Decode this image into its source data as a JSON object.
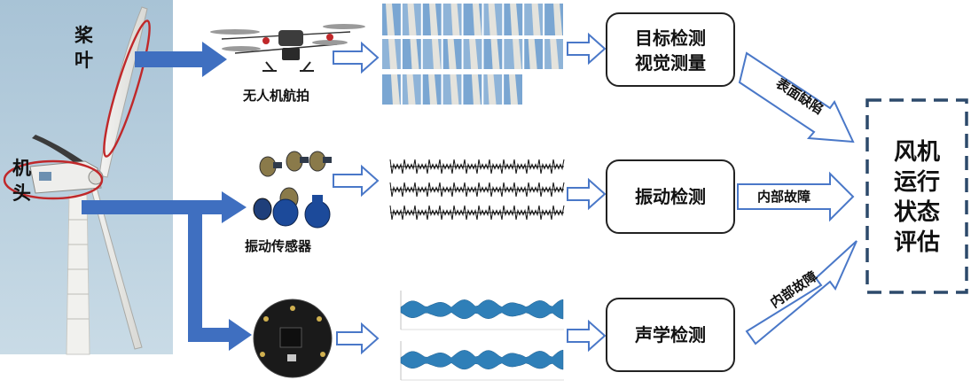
{
  "turbine": {
    "blade_label_1": "桨",
    "blade_label_2": "叶",
    "nacelle_label_1": "机",
    "nacelle_label_2": "头"
  },
  "sources": {
    "drone": "无人机航拍",
    "vibration_sensor": "振动传感器"
  },
  "detection": {
    "visual_line1": "目标检测",
    "visual_line2": "视觉测量",
    "vibration": "振动检测",
    "acoustic": "声学检测"
  },
  "faults": {
    "surface": "表面缺陷",
    "internal_vibration": "内部故障",
    "internal_acoustic": "内部故障"
  },
  "assessment": {
    "line1": "风机",
    "line2": "运行",
    "line3": "状态",
    "line4": "评估"
  },
  "colors": {
    "sky": "#b8cfdd",
    "flow_arrow": "#3f6fc0",
    "outline_arrow": "#4a78c8",
    "highlight": "#c0282a",
    "waveform_blue": "#2f7fb8",
    "dashed_border": "#2d4a6b"
  }
}
